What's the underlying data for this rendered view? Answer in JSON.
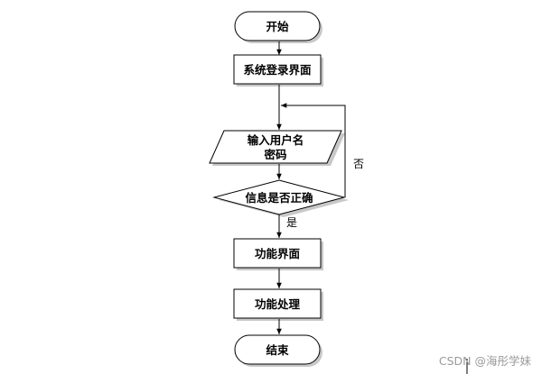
{
  "diagram": {
    "nodes": {
      "start": "开始",
      "login": "系统登录界面",
      "input_line1": "输入用户名",
      "input_line2": "密码",
      "decision": "信息是否正确",
      "function_ui": "功能界面",
      "function_proc": "功能处理",
      "end": "结束"
    },
    "edges": {
      "yes": "是",
      "no": "否"
    }
  },
  "watermark": "CSDN @海彤学妹",
  "colors": {
    "stroke": "#000000",
    "node_fill": "#ffffff",
    "shadow": "#c8c8c8",
    "watermark": "#9a9a9a"
  }
}
